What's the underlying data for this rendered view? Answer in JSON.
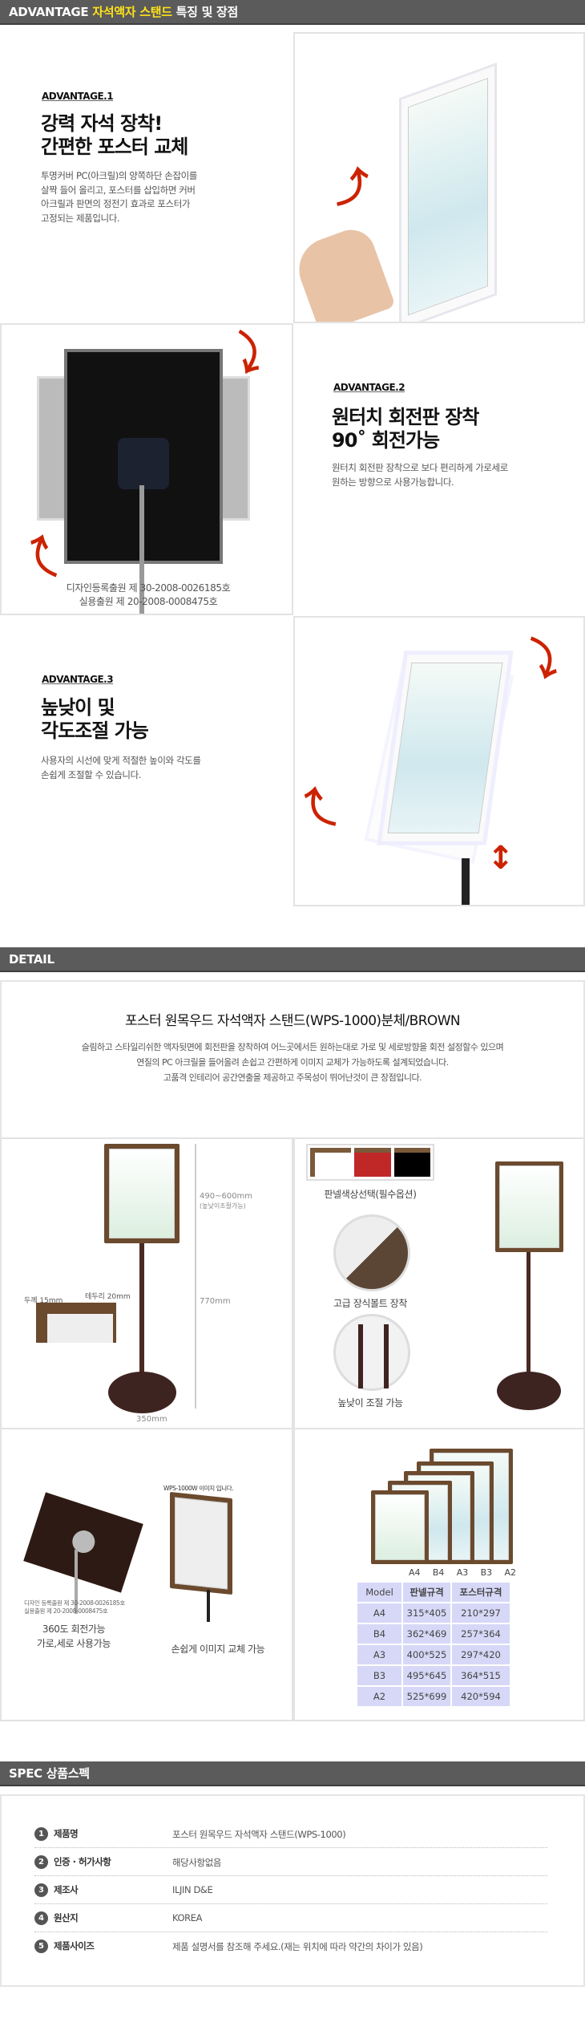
{
  "advantage_header": {
    "prefix": "ADVANTAGE",
    "highlight": "자석액자 스탠드",
    "suffix": "특징 및 장점"
  },
  "advantages": [
    {
      "tag": "ADVANTAGE.1",
      "title_line1": "강력 자석 장착!",
      "title_line2": "간편한 포스터 교체",
      "body": [
        "투명커버 PC(아크릴)의 양쪽하단 손잡이를",
        "살짝 들어 올리고, 포스터를 삽입하면 커버",
        "아크릴과 판면의 정전기 효과로 포스터가",
        "고정되는 제품입니다."
      ]
    },
    {
      "tag": "ADVANTAGE.2",
      "title_line1": "원터치 회전판 장착",
      "title_line2": "90˚ 회전가능",
      "body": [
        "원터치 회전판 장착으로 보다 편리하게 가로세로",
        "원하는 방향으로 사용가능합니다."
      ],
      "patent_line1": "디자인등록출원 제 30-2008-0026185호",
      "patent_line2": "실용출원 제 20-2008-0008475호"
    },
    {
      "tag": "ADVANTAGE.3",
      "title_line1": "높낮이 및",
      "title_line2": "각도조절 가능",
      "body": [
        "사용자의 시선에 맞게 적절한 높이와 각도를",
        "손쉽게 조절할 수 있습니다."
      ]
    }
  ],
  "detail": {
    "header": "DETAIL",
    "title": "포스터 원목우드 자석액자 스탠드(WPS-1000)분체/BROWN",
    "paragraph": [
      "슬림하고 스타일리쉬한 액자뒷면에 회전판을 장착하여 어느곳에서든 원하는대로 가로 및 세로방향을 회전 설정할수 있으며",
      "연질의 PC 아크릴을 들어올려 손쉽고 간편하게 이미지 교체가 가능하도록 설계되었습니다.",
      "고품격 인테리어 공간연출을 제공하고 주목성이 뛰어난것이 큰 장점입니다."
    ],
    "dimensions": {
      "height_top": "490~600mm",
      "height_note": "(높낮이조절가능)",
      "height_pole": "770mm",
      "base_width": "350mm",
      "thickness": "두께 15mm",
      "border": "테두리 20mm"
    },
    "features": {
      "panel_color": "판넬색상선택(필수옵션)",
      "bolt": "고급 장식볼트 장착",
      "height": "높낮이 조절 가능"
    },
    "rotation": {
      "patent_line1": "디자인 등록출원 제 30-2008-0026185호",
      "patent_line2": "실용출원 제 20-2008-0008475호",
      "caption_line1": "360도 회전가능",
      "caption_line2": "가로,세로 사용가능"
    },
    "replace": {
      "note": "WPS-1000W 이미지 입니다.",
      "caption": "손쉽게 이미지 교체 가능"
    },
    "size_labels": [
      "A4",
      "B4",
      "A3",
      "B3",
      "A2"
    ],
    "size_table": {
      "headers": [
        "Model",
        "판넬규격",
        "포스터규격"
      ],
      "rows": [
        [
          "A4",
          "315*405",
          "210*297"
        ],
        [
          "B4",
          "362*469",
          "257*364"
        ],
        [
          "A3",
          "400*525",
          "297*420"
        ],
        [
          "B3",
          "495*645",
          "364*515"
        ],
        [
          "A2",
          "525*699",
          "420*594"
        ]
      ]
    }
  },
  "spec": {
    "header": "SPEC 상품스펙",
    "rows": [
      {
        "num": "1",
        "label": "제품명",
        "value": "포스터 원목우드 자석액자 스탠드(WPS-1000)"
      },
      {
        "num": "2",
        "label": "인증 · 허가사항",
        "value": "해당사항없음"
      },
      {
        "num": "3",
        "label": "제조사",
        "value": "ILJIN D&E"
      },
      {
        "num": "4",
        "label": "원산지",
        "value": "KOREA"
      },
      {
        "num": "5",
        "label": "제품사이즈",
        "value": "제품 설명서를 참조해 주세요.(재는 위치에 따라 약간의 차이가 있음)"
      }
    ]
  },
  "colors": {
    "header_bar": "#5b5b5b",
    "highlight": "#ffe21a",
    "arrow": "#cc2200",
    "table_cell": "#d7d8f7",
    "frame_brown": "#6b4a2e"
  }
}
